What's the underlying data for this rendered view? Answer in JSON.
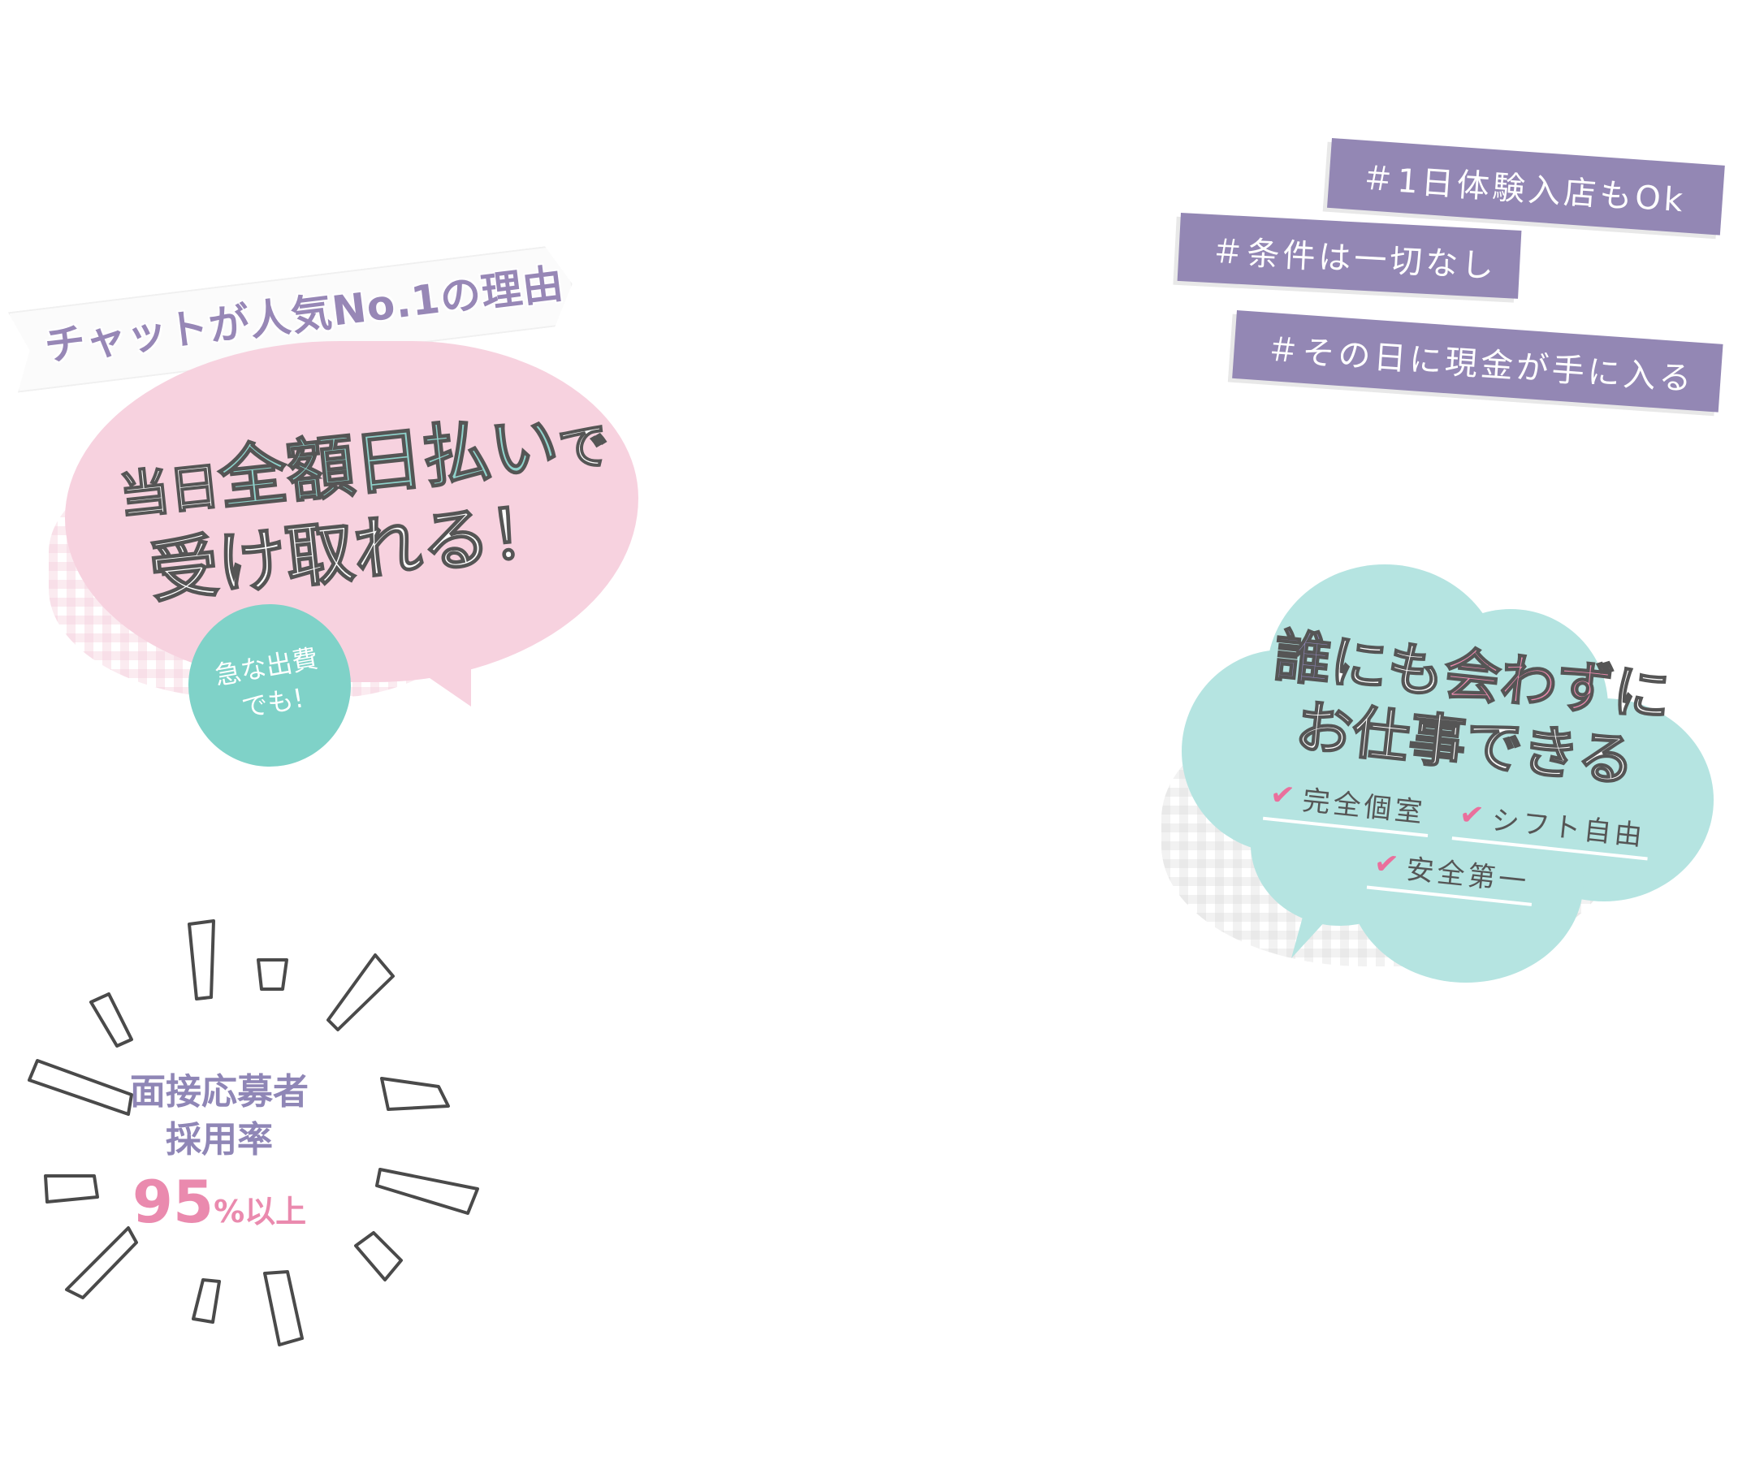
{
  "reason": {
    "title": "チャットが人気No.1の理由"
  },
  "pink_bubble": {
    "line1_prefix": "当日",
    "line1_accent": "全額日払い",
    "line1_suffix": "で",
    "line2": "受け取れる！",
    "badge_line1": "急な出費",
    "badge_line2": "でも!"
  },
  "burst": {
    "line1": "面接応募者",
    "line2": "採用率",
    "rate_number": "95",
    "rate_unit": "%以上"
  },
  "tags": [
    "＃1日体験入店もOk",
    "＃条件は一切なし",
    "＃その日に現金が手に入る"
  ],
  "mint_bubble": {
    "line1_a": "誰",
    "line1_b": "にも",
    "line1_c": "会わず",
    "line1_d": "に",
    "line2": "お仕事できる",
    "checks": [
      "完全個室",
      "シフト自由",
      "安全第一"
    ]
  },
  "colors": {
    "purple": "#9387b4",
    "pink": "#f7d2df",
    "pink_accent": "#ea8aae",
    "mint": "#b5e4e1",
    "teal": "#7fd2c8"
  }
}
